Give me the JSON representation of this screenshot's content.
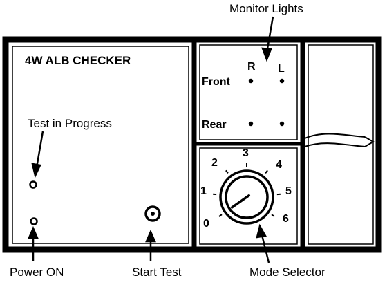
{
  "callouts": {
    "monitor_lights": "Monitor Lights",
    "test_in_progress": "Test in Progress",
    "power_on": "Power ON",
    "start_test": "Start Test",
    "mode_selector": "Mode Selector"
  },
  "panel": {
    "title": "4W ALB CHECKER",
    "col_r": "R",
    "col_l": "L",
    "row_front": "Front",
    "row_rear": "Rear"
  },
  "dial": {
    "numbers": [
      "0",
      "1",
      "2",
      "3",
      "4",
      "5",
      "6"
    ],
    "selected": "0"
  },
  "colors": {
    "ink": "#000000",
    "paper": "#ffffff"
  }
}
